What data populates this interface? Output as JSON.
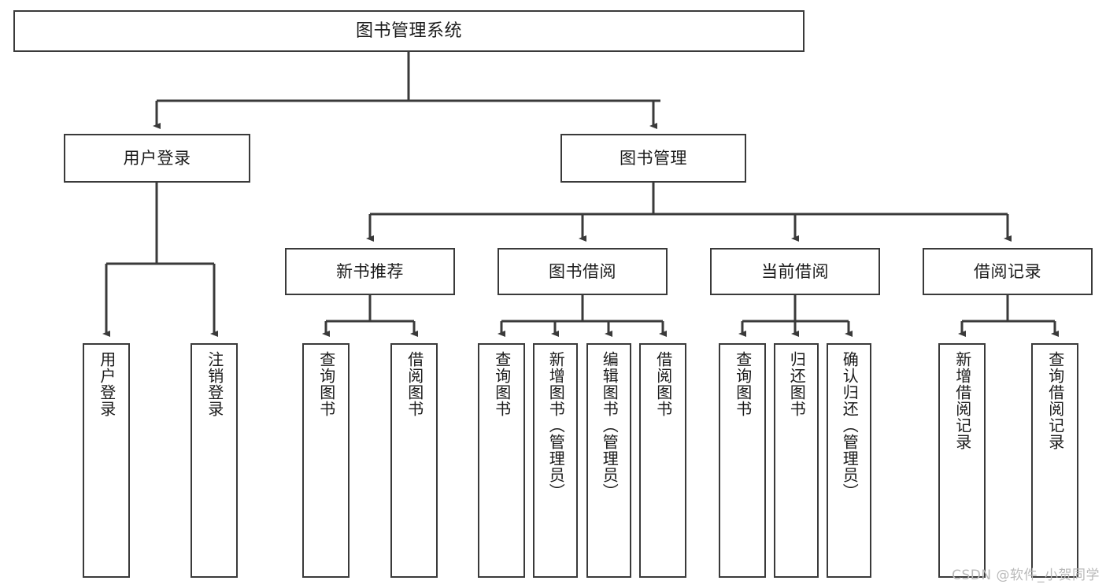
{
  "diagram": {
    "title": "图书管理系统",
    "type": "tree",
    "root": {
      "label": "图书管理系统"
    },
    "level2": [
      {
        "label": "用户登录"
      },
      {
        "label": "图书管理"
      }
    ],
    "level3": [
      {
        "label": "新书推荐"
      },
      {
        "label": "图书借阅"
      },
      {
        "label": "当前借阅"
      },
      {
        "label": "借阅记录"
      }
    ],
    "leaves": {
      "user_login": [
        {
          "label": "用户登录"
        },
        {
          "label": "注销登录"
        }
      ],
      "new_book": [
        {
          "label": "查询图书"
        },
        {
          "label": "借阅图书"
        }
      ],
      "borrow_book": [
        {
          "label": "查询图书"
        },
        {
          "label": "新增图书（管理员）"
        },
        {
          "label": "编辑图书（管理员）"
        },
        {
          "label": "借阅图书"
        }
      ],
      "current_borrow": [
        {
          "label": "查询图书"
        },
        {
          "label": "归还图书"
        },
        {
          "label": "确认归还（管理员）"
        }
      ],
      "borrow_record": [
        {
          "label": "新增借阅记录"
        },
        {
          "label": "查询借阅记录"
        }
      ]
    }
  },
  "watermark": {
    "text": "CSDN @软件_小贺同学"
  },
  "colors": {
    "stroke": "#3a3a3a",
    "text": "#1b1b1b",
    "background": "#ffffff",
    "watermark": "#b9b9b9"
  }
}
